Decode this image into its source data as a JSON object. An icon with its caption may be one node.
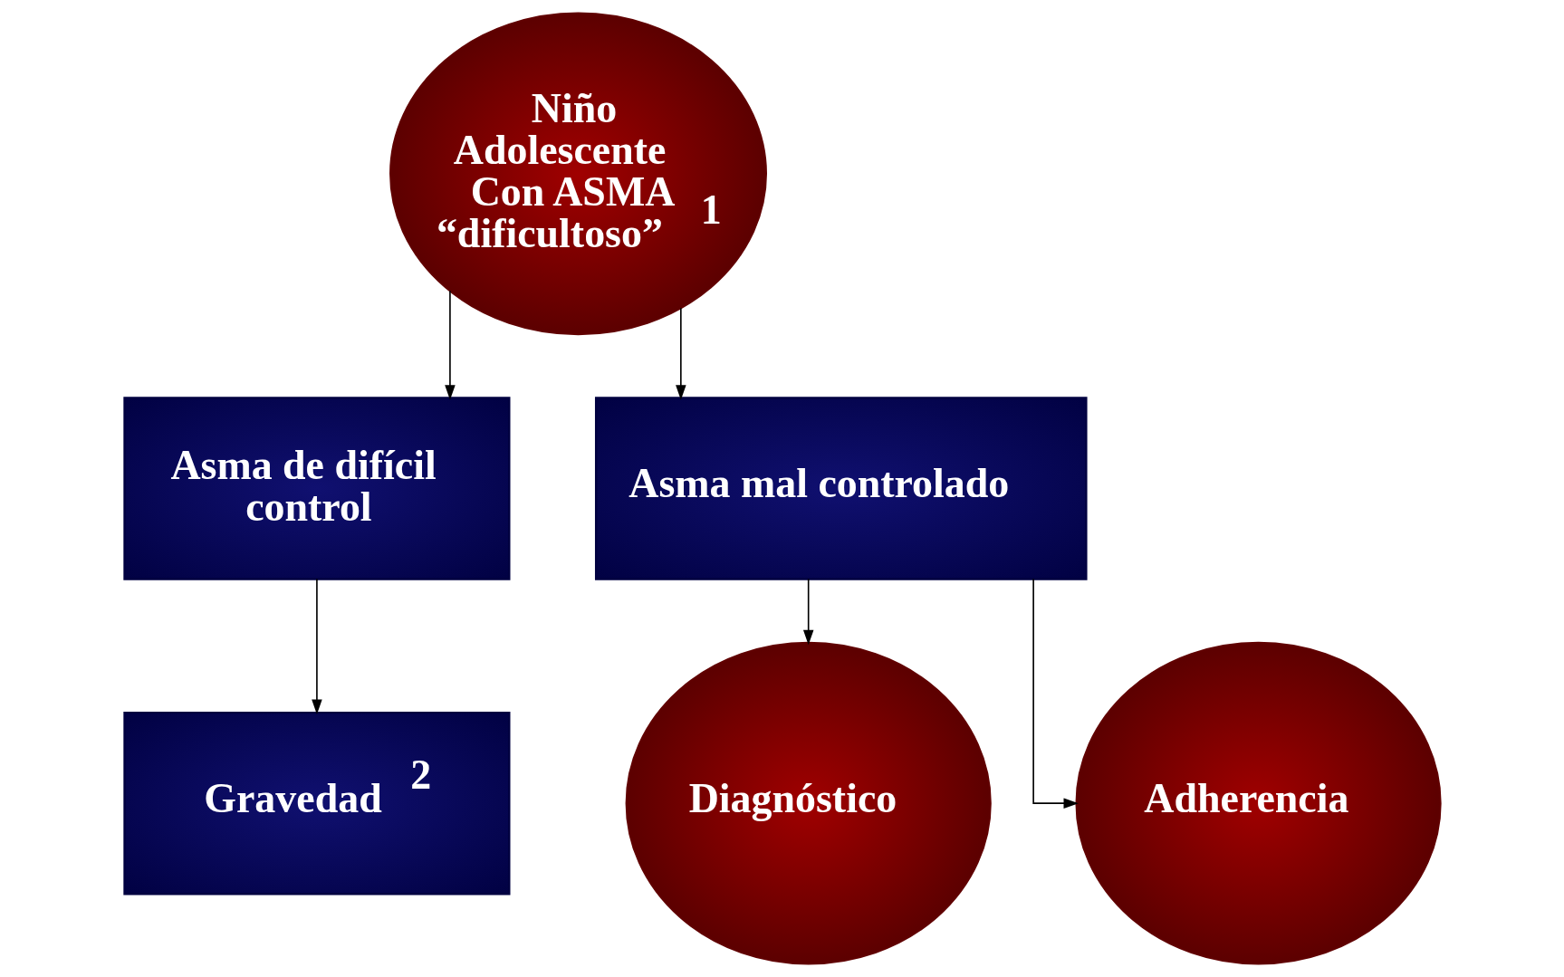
{
  "diagram": {
    "nodes": [
      {
        "text": [
          "Niño Adolescente Con ASMA “dificultoso” $^{1}$"
        ]
      },
      {
        "text": [
          "Asma de difícil control"
        ]
      },
      {
        "text": [
          "Asma mal controlado"
        ]
      },
      {
        "text": [
          "Gravedad $^{2}$"
        ]
      },
      {
        "text": [
          "Diagnóstico"
        ]
      },
      {
        "text": [
          "Adherencia"
        ]
      }
    ],
    "edges": [
      {
        "from": 0,
        "to": 1,
        "arrow": "to"
      },
      {
        "from": 0,
        "to": 2,
        "arrow": "to"
      },
      {
        "from": 1,
        "to": 3,
        "arrow": "to"
      },
      {
        "from": 2,
        "to": 4,
        "arrow": "to"
      },
      {
        "from": 2,
        "to": 5,
        "arrow": "to"
      }
    ]
  }
}
